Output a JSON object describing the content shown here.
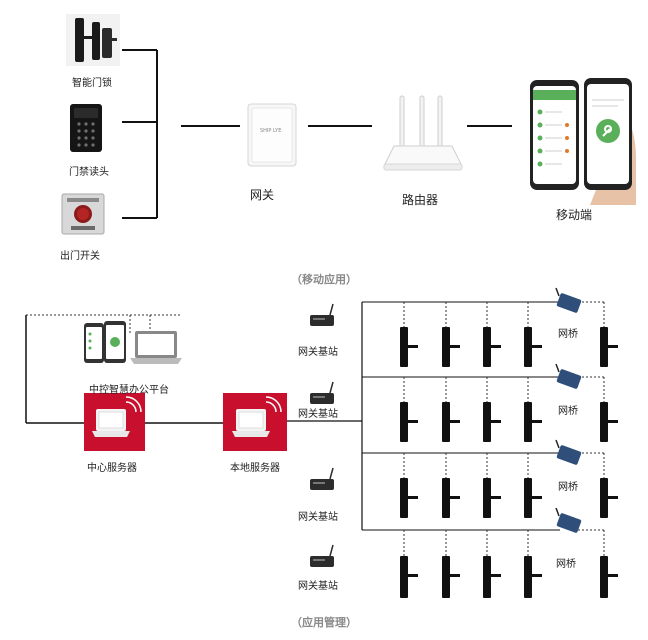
{
  "top": {
    "devices": {
      "smart_lock": "智能门锁",
      "card_reader": "门禁读头",
      "exit_switch": "出门开关"
    },
    "gateway": "网关",
    "gateway_device_text": "SHIP LYE",
    "router": "路由器",
    "mobile": "移动端",
    "caption": "（移动应用）"
  },
  "bottom": {
    "platform": "中控智慧办公平台",
    "center_server": "中心服务器",
    "local_server": "本地服务器",
    "base_station": "网关基站",
    "bridge": "网桥",
    "caption": "（应用管理）"
  },
  "colors": {
    "server_red": "#c8102e",
    "line": "#111111",
    "phone_green": "#5ab05a"
  }
}
